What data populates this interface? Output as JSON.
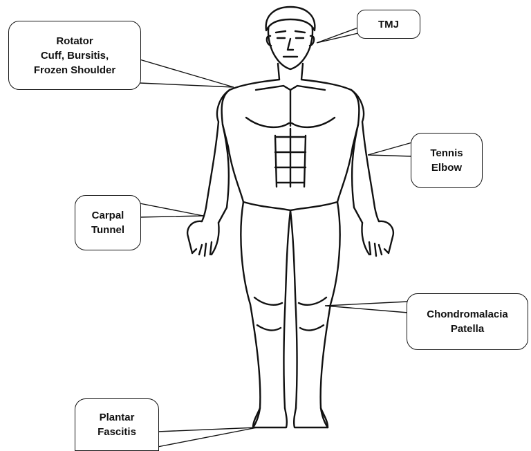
{
  "callouts": {
    "rotator": "Rotator\nCuff, Bursitis,\nFrozen Shoulder",
    "tmj": "TMJ",
    "tennis": "Tennis\nElbow",
    "carpal": "Carpal\nTunnel",
    "chondro": "Chondromalacia\nPatella",
    "plantar": "Plantar\nFascitis"
  }
}
